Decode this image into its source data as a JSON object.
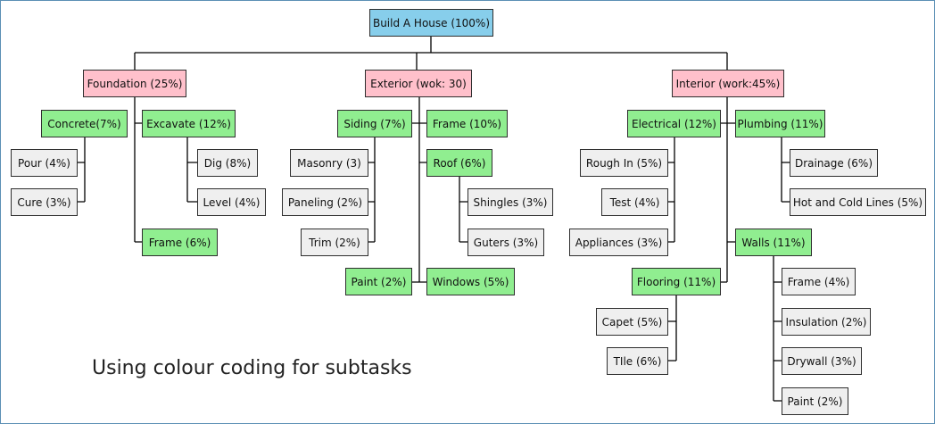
{
  "tree": {
    "root": {
      "label": "Build A House (100%)"
    },
    "foundation": {
      "label": "Foundation (25%)",
      "concrete": {
        "label": "Concrete(7%)",
        "pour": "Pour (4%)",
        "cure": "Cure (3%)"
      },
      "excavate": {
        "label": "Excavate (12%)",
        "dig": "Dig (8%)",
        "level": "Level (4%)"
      },
      "frame": "Frame (6%)"
    },
    "exterior": {
      "label": "Exterior (wok: 30)",
      "siding": {
        "label": "Siding (7%)",
        "masonry": "Masonry (3)",
        "paneling": "Paneling (2%)",
        "trim": "Trim (2%)"
      },
      "frame": "Frame (10%)",
      "roof": {
        "label": "Roof (6%)",
        "shingles": "Shingles (3%)",
        "guters": "Guters (3%)"
      },
      "paint": "Paint (2%)",
      "windows": "Windows (5%)"
    },
    "interior": {
      "label": "Interior (work:45%)",
      "electrical": {
        "label": "Electrical (12%)",
        "rough_in": "Rough In (5%)",
        "test": "Test (4%)",
        "appliances": "Appliances (3%)"
      },
      "plumbing": {
        "label": "Plumbing (11%)",
        "drainage": "Drainage (6%)",
        "hot_cold": "Hot and Cold Lines (5%)"
      },
      "flooring": {
        "label": "Flooring (11%)",
        "capet": "Capet (5%)",
        "tile": "TIle (6%)"
      },
      "walls": {
        "label": "Walls (11%)",
        "frame": "Frame (4%)",
        "insulation": "Insulation (2%)",
        "drywall": "Drywall (3%)",
        "paint": "Paint (2%)"
      }
    }
  },
  "caption": "Using colour coding for subtasks",
  "colors": {
    "root": "#87ceeb",
    "top_level": "#ffc0cb",
    "subtask": "#90ee90",
    "leaf": "#efefef",
    "frame_border": "#5b8fb5"
  }
}
